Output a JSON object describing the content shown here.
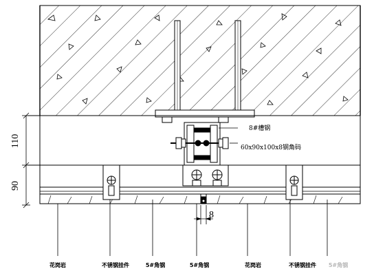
{
  "dimensions": {
    "upper": "110",
    "lower": "90",
    "gap": "8"
  },
  "callouts": {
    "channel": "8#槽钢",
    "angle_bracket": "60x90x100x8钢角码"
  },
  "bottom_labels": {
    "granite_left": "花岗岩",
    "ss_hanger_left": "不锈钢挂件",
    "angle_5_a": "5#角钢",
    "angle_5_b": "5#角钢",
    "granite_right": "花岗岩",
    "ss_hanger_right": "不锈钢挂件",
    "angle_5_c": "5#角钢"
  },
  "colors": {
    "line": "#000000",
    "hatch": "#000000"
  }
}
